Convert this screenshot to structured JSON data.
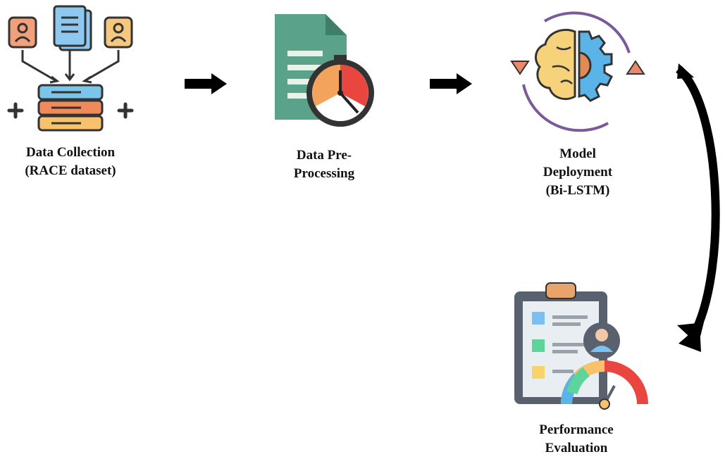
{
  "steps": [
    {
      "id": "data-collection",
      "lines": [
        "Data Collection",
        "(RACE dataset)"
      ]
    },
    {
      "id": "pre-processing",
      "lines": [
        "Data Pre-",
        "Processing"
      ]
    },
    {
      "id": "model-deployment",
      "lines": [
        "Model",
        "Deployment",
        "(Bi-LSTM)"
      ]
    },
    {
      "id": "performance-evaluation",
      "lines": [
        "Performance",
        "Evaluation"
      ]
    }
  ],
  "colors": {
    "arrow": "#000000",
    "user_card_orange": "#f2a07b",
    "user_card_yellow": "#f6c77f",
    "document_blue": "#8ec8f0",
    "database_blue": "#7cc5ea",
    "database_orange": "#f08a5a",
    "database_yellow": "#f7c26b",
    "file_green": "#5aa38a",
    "stopwatch_red": "#e8463f",
    "stopwatch_orange": "#f4a45a",
    "brain_yellow": "#f6d27a",
    "gear_blue": "#5ab4e8",
    "cycle_purple": "#7a5a9a",
    "clipboard_gray": "#58616d",
    "check_blue": "#7cc0f2",
    "check_green": "#5cd49a",
    "check_yellow": "#f7d36b"
  },
  "icons": [
    "users-to-database-icon",
    "document-stopwatch-icon",
    "brain-gear-cycle-icon",
    "clipboard-gauge-icon"
  ]
}
